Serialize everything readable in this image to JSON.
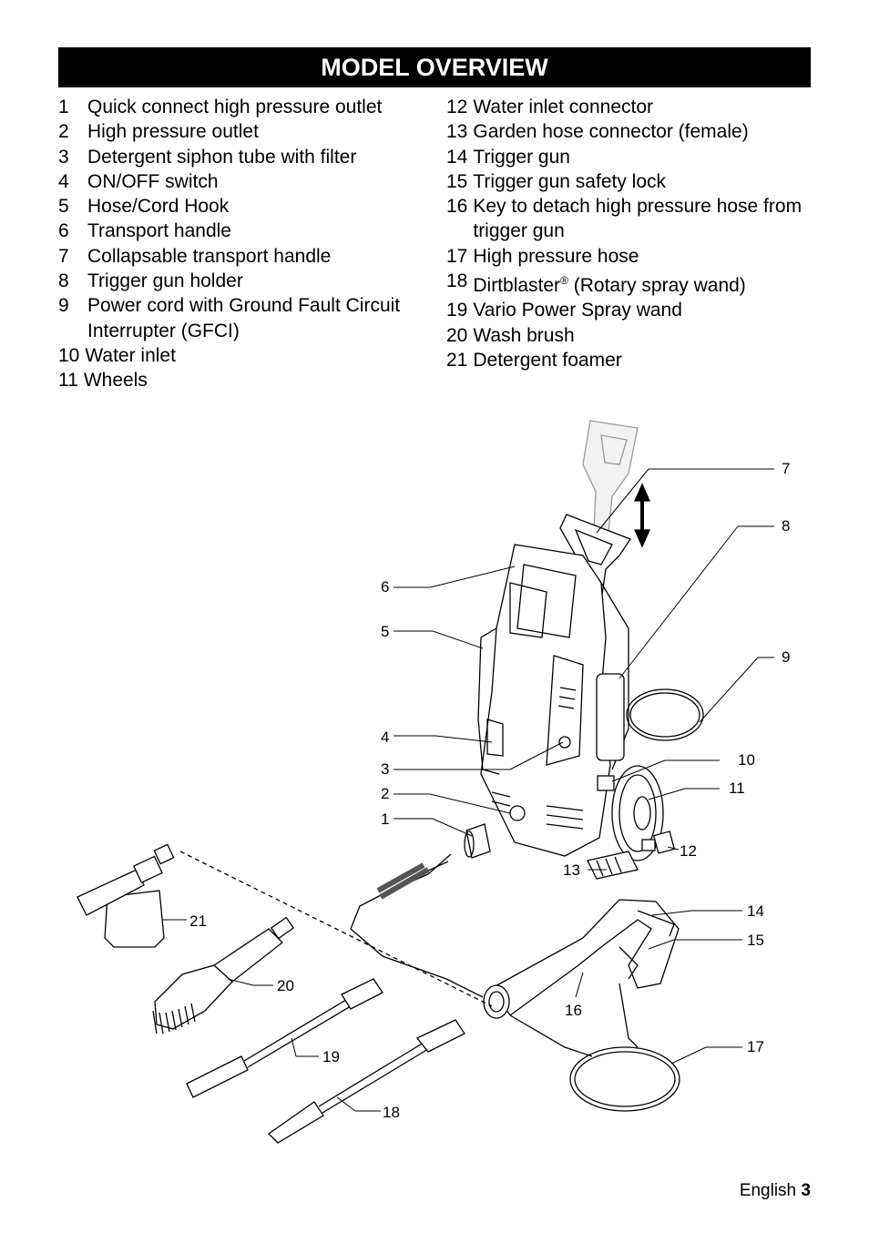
{
  "title": "MODEL OVERVIEW",
  "parts_left": [
    {
      "num": "1",
      "label": "Quick connect high pressure outlet"
    },
    {
      "num": "2",
      "label": "High pressure outlet"
    },
    {
      "num": "3",
      "label": "Detergent siphon tube with filter"
    },
    {
      "num": "4",
      "label": "ON/OFF switch"
    },
    {
      "num": "5",
      "label": "Hose/Cord Hook"
    },
    {
      "num": "6",
      "label": "Transport handle"
    },
    {
      "num": "7",
      "label": "Collapsable transport handle"
    },
    {
      "num": "8",
      "label": "Trigger gun holder"
    },
    {
      "num": "9",
      "label": "Power cord with Ground Fault Circuit Interrupter (GFCI)"
    },
    {
      "num": "10",
      "label": "Water inlet"
    },
    {
      "num": "11",
      "label": "Wheels"
    }
  ],
  "parts_right": [
    {
      "num": "12",
      "label": "Water inlet connector"
    },
    {
      "num": "13",
      "label": "Garden hose connector (female)"
    },
    {
      "num": "14",
      "label": "Trigger gun"
    },
    {
      "num": "15",
      "label": "Trigger gun safety lock"
    },
    {
      "num": "16",
      "label": "Key to detach high pressure hose from trigger gun"
    },
    {
      "num": "17",
      "label": "High pressure hose"
    },
    {
      "num": "18",
      "label": "Dirtblaster",
      "sup": "®",
      "label_rest": " (Rotary spray wand)"
    },
    {
      "num": "19",
      "label": "Vario Power Spray wand"
    },
    {
      "num": "20",
      "label": "Wash brush"
    },
    {
      "num": "21",
      "label": "Detergent foamer"
    }
  ],
  "callouts": [
    "1",
    "2",
    "3",
    "4",
    "5",
    "6",
    "7",
    "8",
    "9",
    "10",
    "11",
    "12",
    "13",
    "14",
    "15",
    "16",
    "17",
    "18",
    "19",
    "20",
    "21"
  ],
  "footer": {
    "language": "English",
    "page": "3"
  }
}
